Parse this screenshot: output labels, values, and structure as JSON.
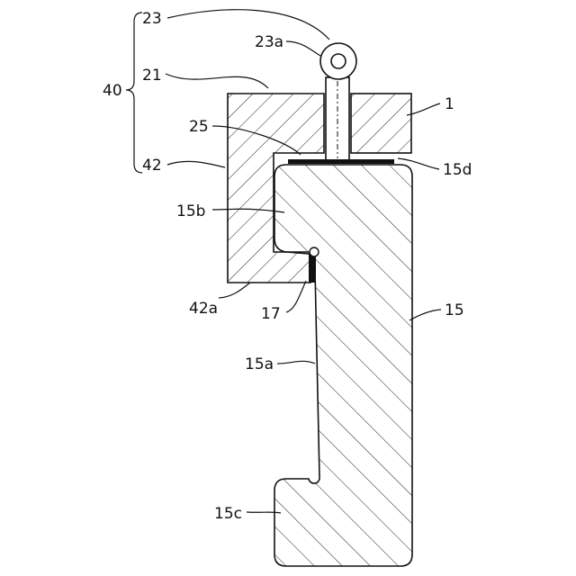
{
  "figure": {
    "labels": {
      "l40": "40",
      "l23": "23",
      "l23a": "23a",
      "l21": "21",
      "l25": "25",
      "l42": "42",
      "l1": "1",
      "l15d": "15d",
      "l15b": "15b",
      "l42a": "42a",
      "l17": "17",
      "l15": "15",
      "l15a": "15a",
      "l15c": "15c"
    }
  }
}
